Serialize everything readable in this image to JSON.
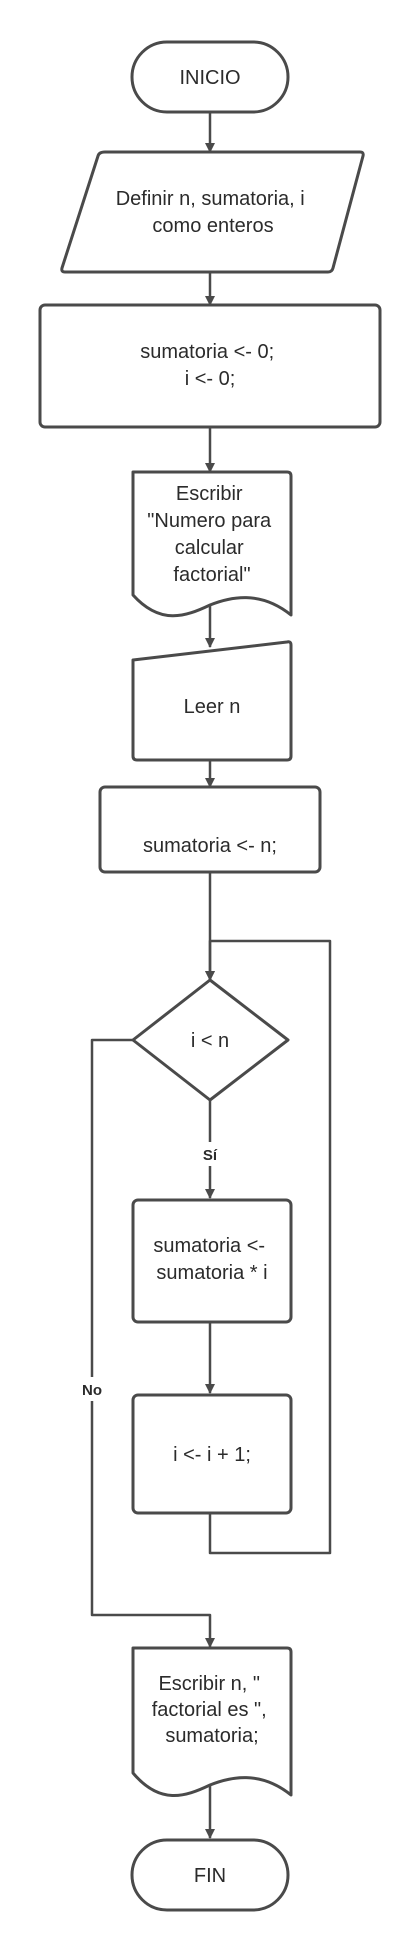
{
  "nodes": {
    "inicio": {
      "label": "INICIO"
    },
    "definir": {
      "lines": [
        "Definir n, sumatoria, i",
        "como enteros"
      ]
    },
    "init": {
      "lines": [
        "sumatoria <- 0;",
        "i <- 0;"
      ]
    },
    "escribir1": {
      "lines": [
        "Escribir",
        "\"Numero para",
        "calcular",
        "factorial\""
      ]
    },
    "leer": {
      "label": "Leer n"
    },
    "asignar": {
      "label": "sumatoria <- n;"
    },
    "cond": {
      "label": "i < n"
    },
    "multiplicar": {
      "lines": [
        "sumatoria <-",
        "sumatoria * i"
      ]
    },
    "incrementar": {
      "label": "i <- i + 1;"
    },
    "escribir2": {
      "lines": [
        "Escribir n, \"",
        "factorial es \",",
        "sumatoria;"
      ]
    },
    "fin": {
      "label": "FIN"
    }
  },
  "edges": {
    "yes_label": "Sí",
    "no_label": "No"
  },
  "colors": {
    "stroke": "#4a4a4a",
    "fill": "#ffffff",
    "text": "#2b2b2b"
  }
}
